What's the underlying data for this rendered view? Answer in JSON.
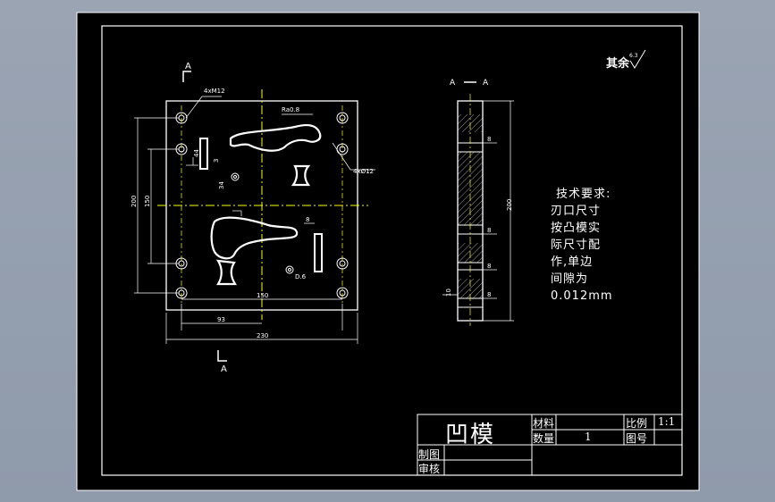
{
  "drawing": {
    "title": "凹模",
    "roughness_note": "其余",
    "roughness_value": "6.3",
    "section_letter": "A",
    "section_title_left": "A",
    "section_title_right": "A",
    "front_view": {
      "hole_callout_top": "4xM12",
      "hole_callout_right": "4xØ12",
      "dim_left_outer": "200",
      "dim_left_inner": "150",
      "dim_inner_44": "44",
      "dim_inner_3": "3",
      "dim_inner_34": "34",
      "dim_inner_8": "8",
      "dim_bottom_150": "150",
      "dim_bottom_93": "93",
      "dim_bottom_230": "230",
      "dim_d6": "D.6",
      "top_note": "Ra0.8"
    },
    "section_view": {
      "dim_height": "200",
      "dim_r1": "8",
      "dim_r2": "8",
      "dim_r3": "8",
      "dim_r4": "8",
      "dim_left": "10"
    },
    "tech_req": {
      "heading": "技术要求:",
      "lines": [
        "刃口尺寸",
        "按凸模实",
        "际尺寸配",
        "作,单边",
        "间隙为",
        "0.012mm"
      ]
    },
    "title_block": {
      "material_label": "材料",
      "material_value": "",
      "scale_label": "比例",
      "scale_value": "1:1",
      "quantity_label": "数量",
      "quantity_value": "1",
      "drawing_no_label": "图号",
      "drawing_no_value": "",
      "drawn_label": "制图",
      "checked_label": "审核"
    }
  }
}
